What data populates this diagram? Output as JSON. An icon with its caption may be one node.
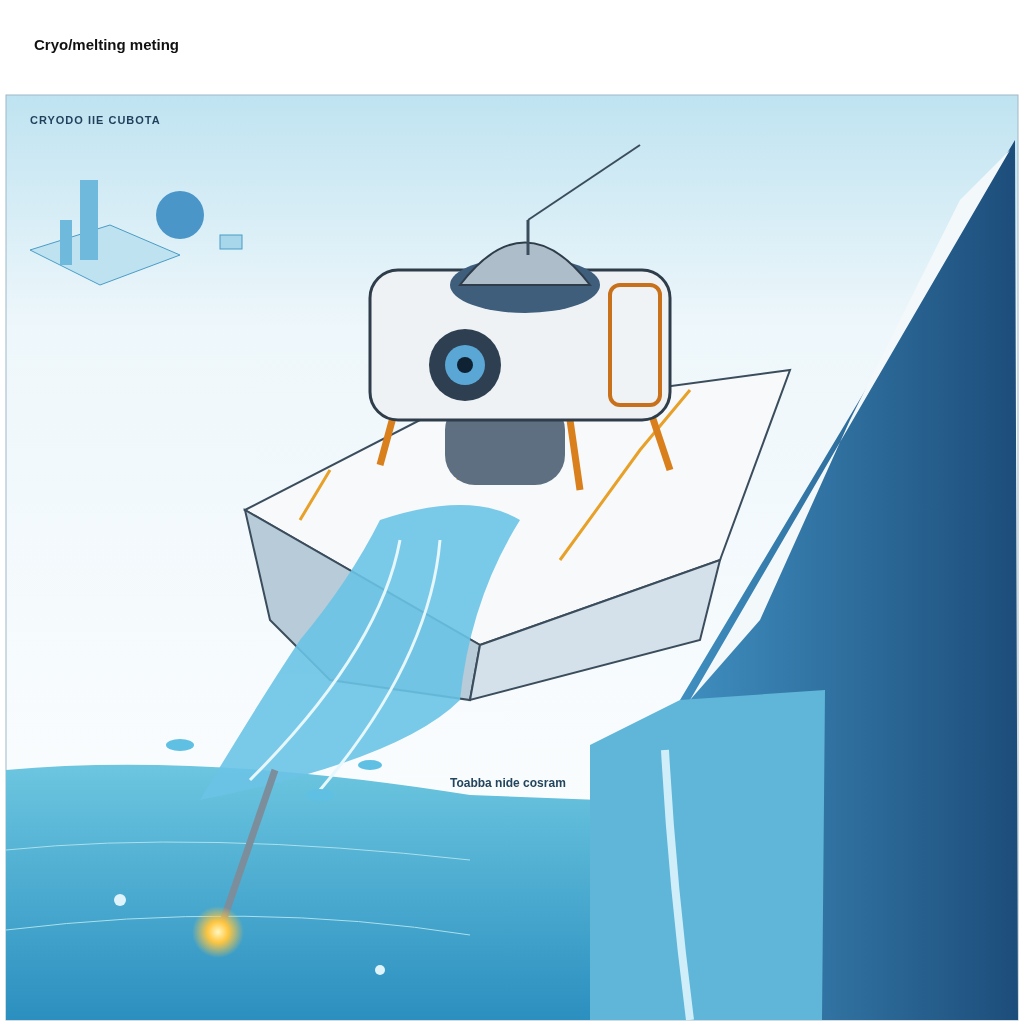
{
  "diagram": {
    "title": "Cryo/melting meting",
    "labels": [
      "CRYODO IIE CUBOTA",
      "Toabba nide cosram"
    ]
  }
}
